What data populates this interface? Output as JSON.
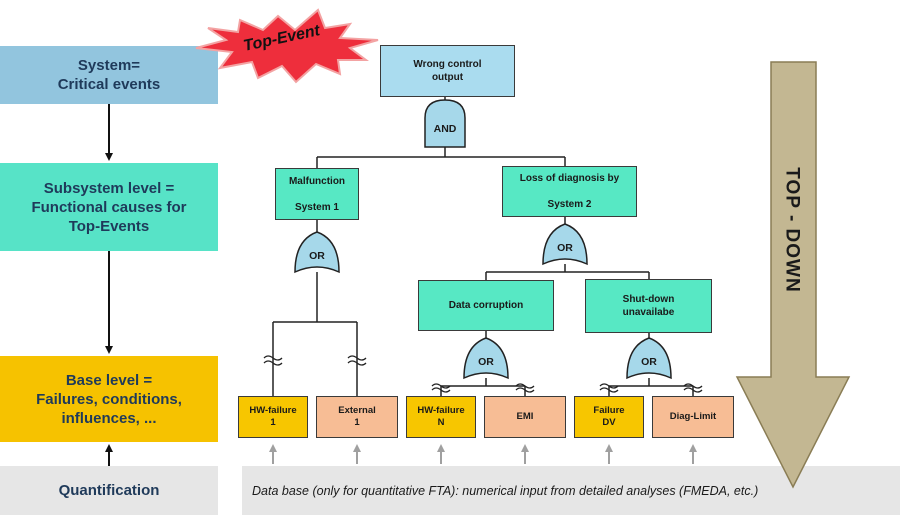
{
  "levels": {
    "system": "System=\nCritical  events",
    "subsystem": "Subsystem level =\nFunctional causes for\nTop-Events",
    "base": "Base level =\nFailures, conditions,\ninfluences, ...",
    "quantification": "Quantification"
  },
  "top_event_label": "Top-Event",
  "events": {
    "top": "Wrong control\noutput",
    "malfunction": "Malfunction\n\nSystem 1",
    "loss_diag": "Loss of diagnosis by\n\nSystem 2",
    "data_corruption": "Data corruption",
    "shutdown": "Shut-down\nunavailabe"
  },
  "gates": {
    "and": "AND",
    "or": "OR"
  },
  "leaves": {
    "hw1": "HW-failure\n1",
    "ext1": "External\n1",
    "hwn": "HW-failure\nN",
    "emi": "EMI",
    "fdv": "Failure\nDV",
    "diag": "Diag-Limit"
  },
  "direction": "TOP - DOWN",
  "database_text": "Data base (only for quantitative FTA): numerical input from detailed analyses (FMEDA, etc.)",
  "colors": {
    "system": "#92c5de",
    "subsystem": "#57e3c7",
    "base": "#f6c200",
    "quant": "#e6e6e6",
    "gate": "#a6d8ea",
    "leaf_yellow": "#f7c600",
    "leaf_peach": "#f7bd95",
    "arrow_big": "#c3b792",
    "star": "#ee2e3c"
  }
}
